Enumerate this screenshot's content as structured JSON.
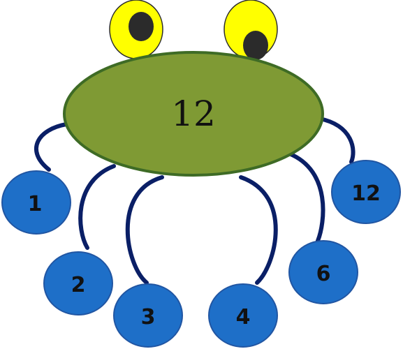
{
  "body": {
    "label": "12"
  },
  "legs": [
    {
      "label": "1"
    },
    {
      "label": "2"
    },
    {
      "label": "3"
    },
    {
      "label": "4"
    },
    {
      "label": "6"
    },
    {
      "label": "12"
    }
  ],
  "colors": {
    "body_fill": "#7f9a34",
    "body_stroke": "#3e6b25",
    "eye_fill": "#ffff00",
    "pupil_fill": "#2b2b2b",
    "leg_stroke": "#0a1f66",
    "circle_fill": "#1e6fc8",
    "circle_stroke": "#2156a3"
  }
}
